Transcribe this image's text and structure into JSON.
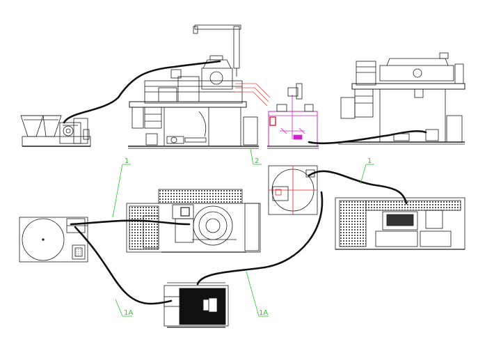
{
  "labels": {
    "side_view_1": "1",
    "side_view_2": "2",
    "side_view_3": "1",
    "plan_left": "1A",
    "plan_center": "1A"
  },
  "colors": {
    "line": "#1a1a1a",
    "hose": "#111111",
    "label": "#22cc22",
    "mix_tank": "#cc22cc",
    "accent_red": "#dd2222",
    "pipe_red": "#e05050"
  }
}
